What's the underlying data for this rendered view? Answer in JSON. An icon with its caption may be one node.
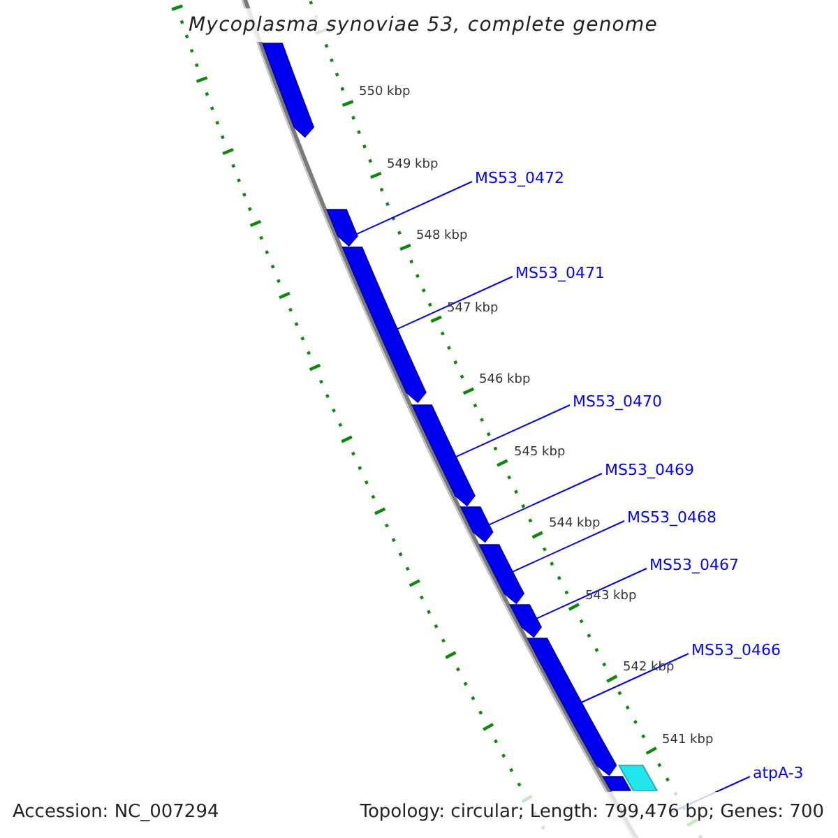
{
  "diagram": {
    "title": "Mycoplasma synoviae 53, complete genome",
    "nodes": [
      {
        "text": [],
        "shape": "arrow"
      },
      {
        "text": [],
        "shape": "arrow"
      },
      {
        "text": [],
        "shape": "arrow"
      },
      {
        "text": [],
        "shape": "arrow"
      },
      {
        "text": [],
        "shape": "arrow"
      },
      {
        "text": [],
        "shape": "arrow"
      },
      {
        "text": [],
        "shape": "arrow"
      },
      {
        "text": [],
        "shape": "arrow"
      },
      {
        "text": [],
        "shape": "bar"
      },
      {
        "text": [],
        "shape": "bar"
      },
      {
        "text": [
          "MS53_0472"
        ]
      },
      {
        "text": [
          "MS53_0471"
        ]
      },
      {
        "text": [
          "MS53_0470"
        ]
      },
      {
        "text": [
          "MS53_0469"
        ]
      },
      {
        "text": [
          "MS53_0468"
        ]
      },
      {
        "text": [
          "MS53_0467"
        ]
      },
      {
        "text": [
          "MS53_0466"
        ]
      },
      {
        "text": [
          "atpA-3"
        ]
      }
    ],
    "edges": [
      {
        "from": 10,
        "to": 1,
        "arrow": "none"
      },
      {
        "from": 11,
        "to": 2,
        "arrow": "none"
      },
      {
        "from": 12,
        "to": 3,
        "arrow": "none"
      },
      {
        "from": 13,
        "to": 4,
        "arrow": "none"
      },
      {
        "from": 14,
        "to": 5,
        "arrow": "none"
      },
      {
        "from": 15,
        "to": 6,
        "arrow": "none"
      },
      {
        "from": 16,
        "to": 7,
        "arrow": "none"
      },
      {
        "from": 17,
        "to": 9,
        "arrow": "none"
      }
    ],
    "labels": [
      "550 kbp",
      "549 kbp",
      "548 kbp",
      "547 kbp",
      "546 kbp",
      "545 kbp",
      "544 kbp",
      "543 kbp",
      "542 kbp",
      "541 kbp",
      "Accession: NC_007294",
      "Topology: circular; Length: 799,476 bp; Genes: 700"
    ]
  }
}
